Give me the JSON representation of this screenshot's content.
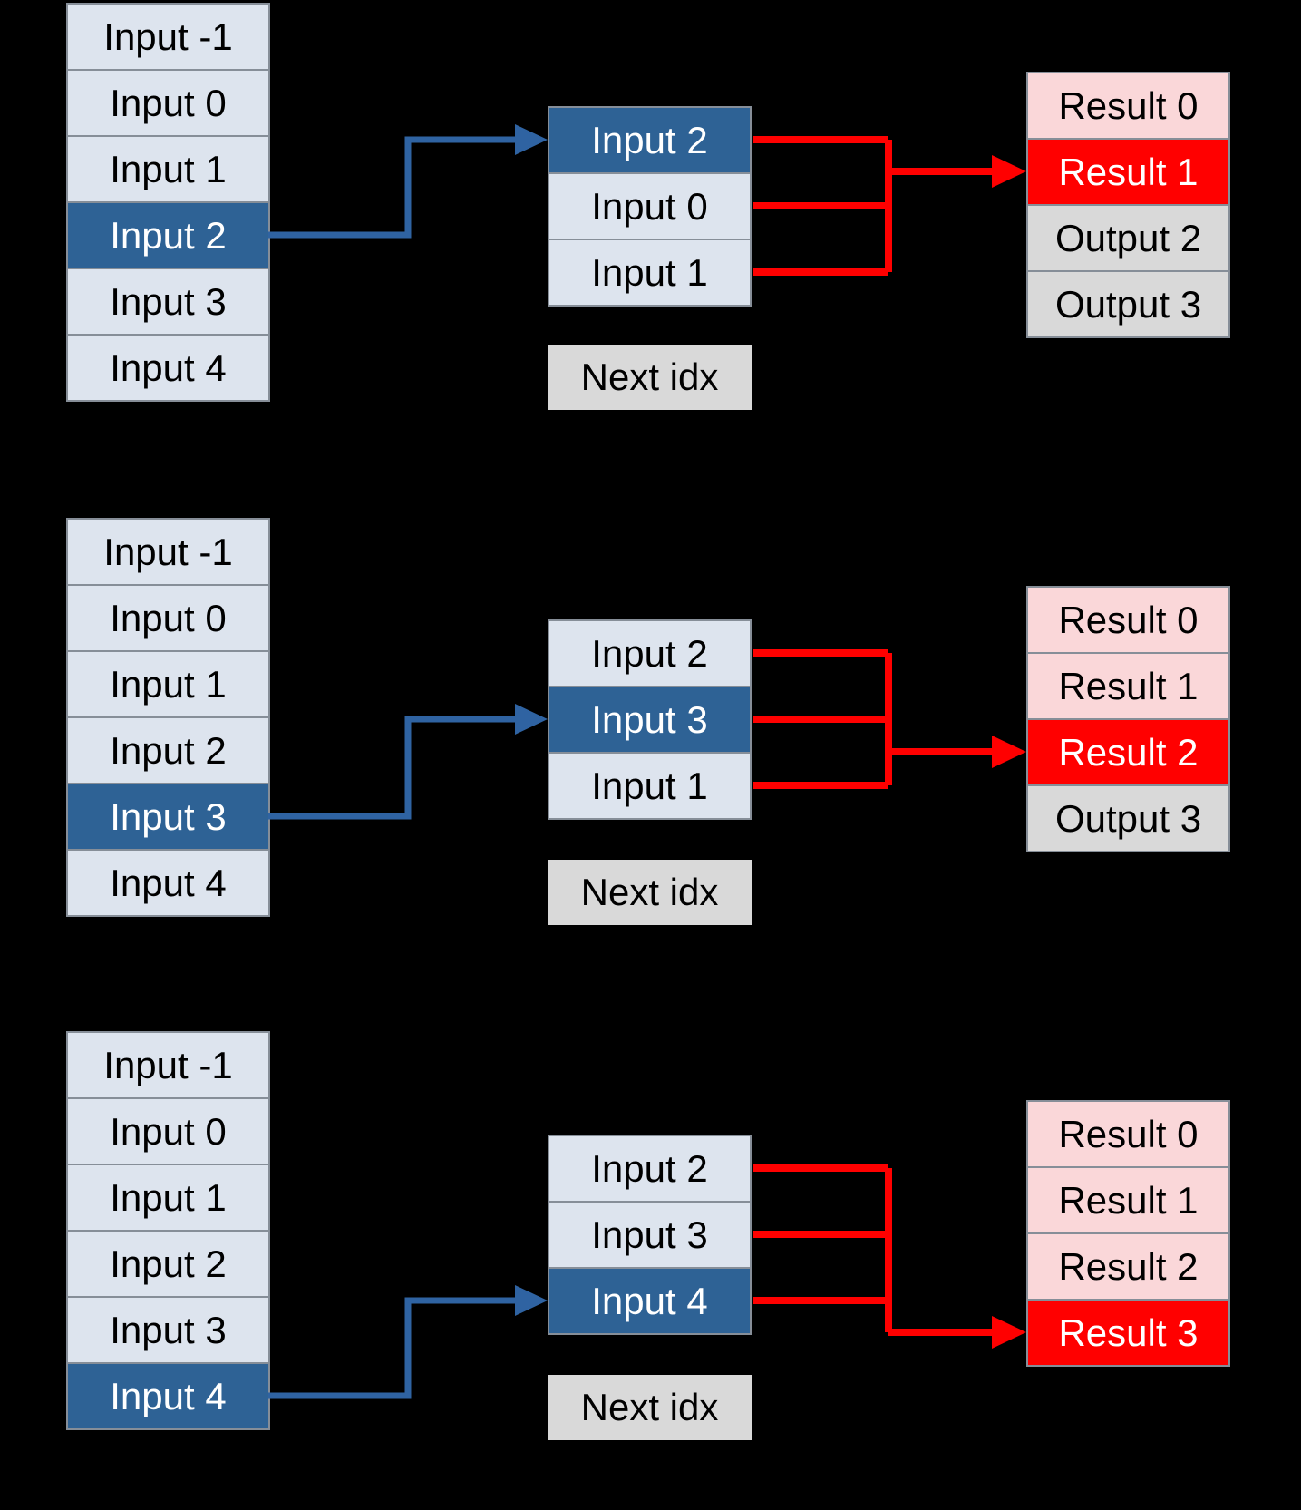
{
  "colors": {
    "background": "#000000",
    "cell_light": "#dde4ee",
    "cell_highlight": "#2e6295",
    "cell_border": "#868e98",
    "result_pink": "#fad7d9",
    "result_red": "#ff0000",
    "output_gray": "#d9d9d9",
    "next_gray": "#d9d9d9",
    "arrow_blue": "#2f63a2",
    "arrow_red": "#ff0000",
    "text_dark": "#000000",
    "text_light": "#ffffff"
  },
  "panels": [
    {
      "name": "step-1",
      "left": {
        "rows": [
          {
            "label": "Input -1",
            "highlight": false
          },
          {
            "label": "Input 0",
            "highlight": false
          },
          {
            "label": "Input 1",
            "highlight": false
          },
          {
            "label": "Input 2",
            "highlight": true
          },
          {
            "label": "Input 3",
            "highlight": false
          },
          {
            "label": "Input 4",
            "highlight": false
          }
        ]
      },
      "middle": {
        "rows": [
          {
            "label": "Input 2",
            "highlight": true
          },
          {
            "label": "Input 0",
            "highlight": false
          },
          {
            "label": "Input 1",
            "highlight": false
          }
        ],
        "next_label": "Next idx"
      },
      "right": {
        "rows": [
          {
            "label": "Result 0",
            "style": "pink"
          },
          {
            "label": "Result 1",
            "style": "red"
          },
          {
            "label": "Output 2",
            "style": "gray"
          },
          {
            "label": "Output 3",
            "style": "gray"
          }
        ]
      },
      "connections": {
        "blue_from_left_row": 3,
        "blue_to_middle_row": 0,
        "red_from_middle_rows": [
          0,
          1,
          2
        ],
        "red_to_right_row": 1
      }
    },
    {
      "name": "step-2",
      "left": {
        "rows": [
          {
            "label": "Input -1",
            "highlight": false
          },
          {
            "label": "Input 0",
            "highlight": false
          },
          {
            "label": "Input 1",
            "highlight": false
          },
          {
            "label": "Input 2",
            "highlight": false
          },
          {
            "label": "Input 3",
            "highlight": true
          },
          {
            "label": "Input 4",
            "highlight": false
          }
        ]
      },
      "middle": {
        "rows": [
          {
            "label": "Input 2",
            "highlight": false
          },
          {
            "label": "Input 3",
            "highlight": true
          },
          {
            "label": "Input 1",
            "highlight": false
          }
        ],
        "next_label": "Next idx"
      },
      "right": {
        "rows": [
          {
            "label": "Result 0",
            "style": "pink"
          },
          {
            "label": "Result 1",
            "style": "pink"
          },
          {
            "label": "Result 2",
            "style": "red"
          },
          {
            "label": "Output 3",
            "style": "gray"
          }
        ]
      },
      "connections": {
        "blue_from_left_row": 4,
        "blue_to_middle_row": 1,
        "red_from_middle_rows": [
          0,
          1,
          2
        ],
        "red_to_right_row": 2
      }
    },
    {
      "name": "step-3",
      "left": {
        "rows": [
          {
            "label": "Input -1",
            "highlight": false
          },
          {
            "label": "Input 0",
            "highlight": false
          },
          {
            "label": "Input 1",
            "highlight": false
          },
          {
            "label": "Input 2",
            "highlight": false
          },
          {
            "label": "Input 3",
            "highlight": false
          },
          {
            "label": "Input 4",
            "highlight": true
          }
        ]
      },
      "middle": {
        "rows": [
          {
            "label": "Input 2",
            "highlight": false
          },
          {
            "label": "Input 3",
            "highlight": false
          },
          {
            "label": "Input 4",
            "highlight": true
          }
        ],
        "next_label": "Next idx"
      },
      "right": {
        "rows": [
          {
            "label": "Result 0",
            "style": "pink"
          },
          {
            "label": "Result 1",
            "style": "pink"
          },
          {
            "label": "Result 2",
            "style": "pink"
          },
          {
            "label": "Result 3",
            "style": "red"
          }
        ]
      },
      "connections": {
        "blue_from_left_row": 5,
        "blue_to_middle_row": 2,
        "red_from_middle_rows": [
          0,
          1,
          2
        ],
        "red_to_right_row": 3
      }
    }
  ]
}
